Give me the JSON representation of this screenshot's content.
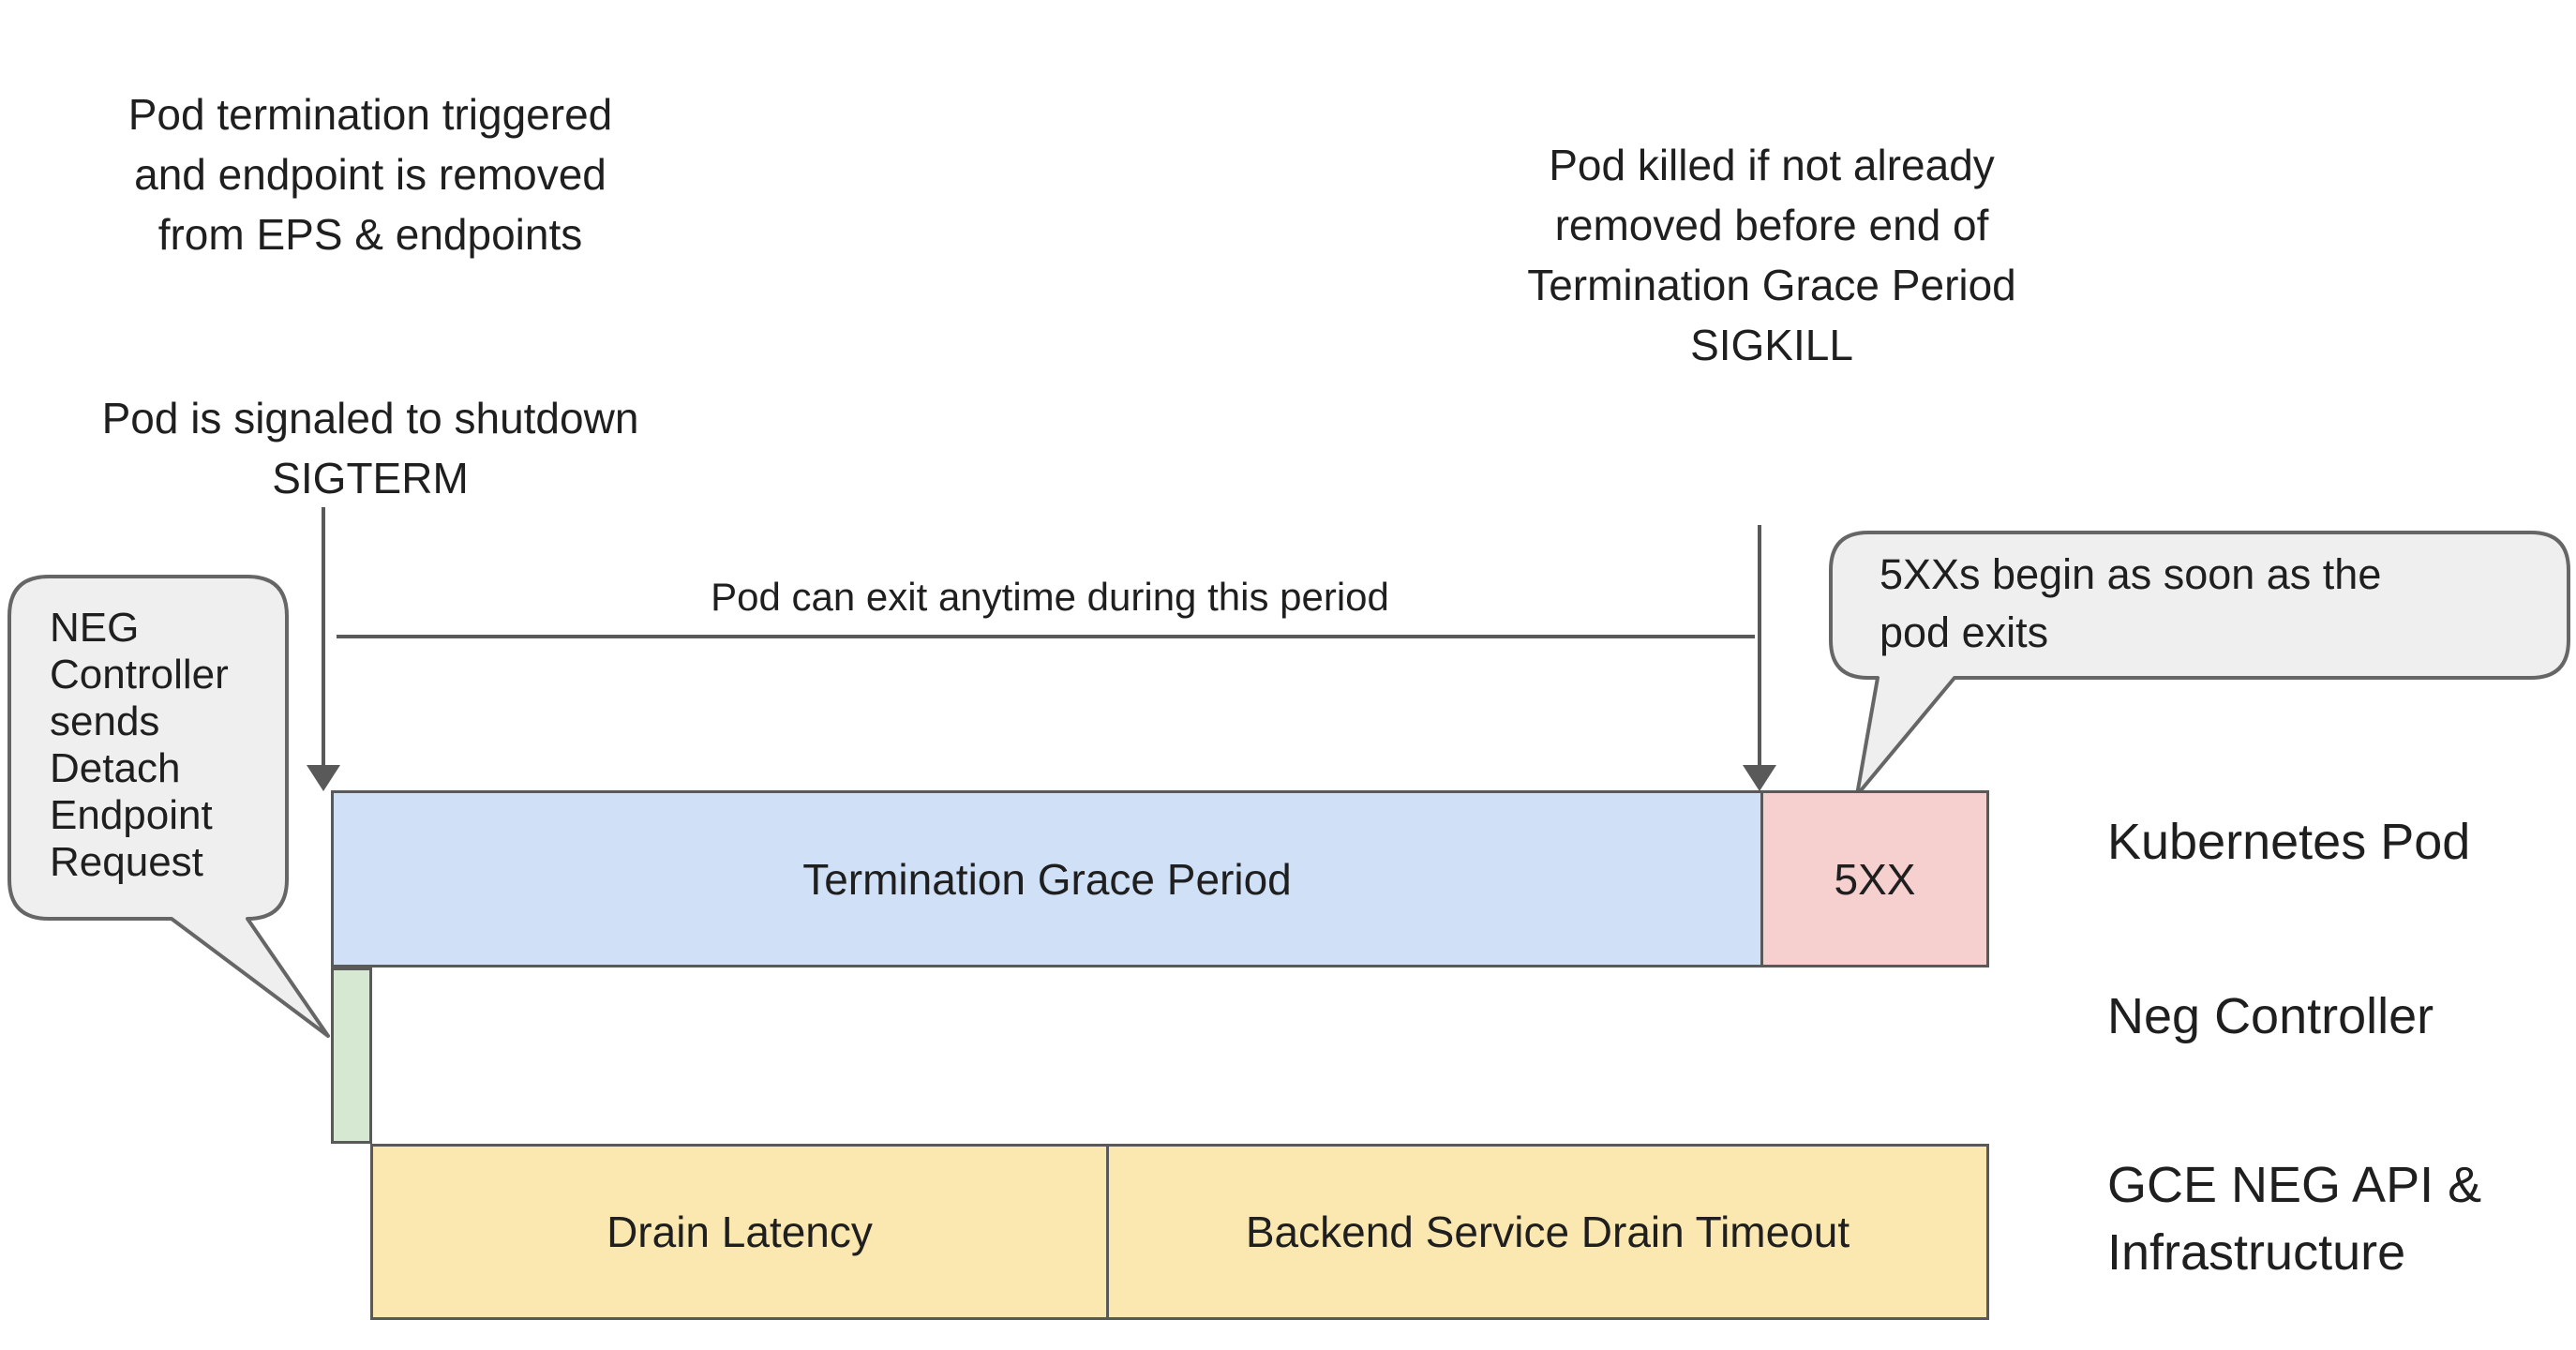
{
  "annotations": {
    "pod_termination": "Pod termination triggered\nand endpoint is removed\nfrom EPS & endpoints",
    "pod_sigterm": "Pod is signaled to shutdown\nSIGTERM",
    "pod_sigkill": "Pod killed if not already\nremoved before end of\nTermination Grace Period\nSIGKILL",
    "exit_period": "Pod can exit anytime during this period"
  },
  "callouts": {
    "neg_controller": "NEG\nController\nsends\nDetach\nEndpoint\nRequest",
    "five_xx": "5XXs begin as soon as the\npod exits"
  },
  "timeline": {
    "kubernetes_pod": {
      "label": "Kubernetes Pod",
      "segments": [
        {
          "text": "Termination Grace Period",
          "color": "#cfe0f7"
        },
        {
          "text": "5XX",
          "color": "#f6cfcf"
        }
      ]
    },
    "neg_controller": {
      "label": "Neg Controller",
      "color": "#d6e8d1"
    },
    "gce": {
      "label": "GCE NEG API &\nInfrastructure",
      "segments": [
        {
          "text": "Drain Latency",
          "color": "#fbe8b0"
        },
        {
          "text": "Backend Service Drain Timeout",
          "color": "#fbe8b0"
        }
      ]
    }
  },
  "colors": {
    "border": "#595959",
    "arrow": "#595959",
    "bubble_fill": "#efefef",
    "bubble_border": "#666666",
    "text": "#1f1f1f",
    "blue": "#cfe0f7",
    "pink": "#f6cfcf",
    "green": "#d6e8d1",
    "yellow": "#fbe8b0"
  }
}
